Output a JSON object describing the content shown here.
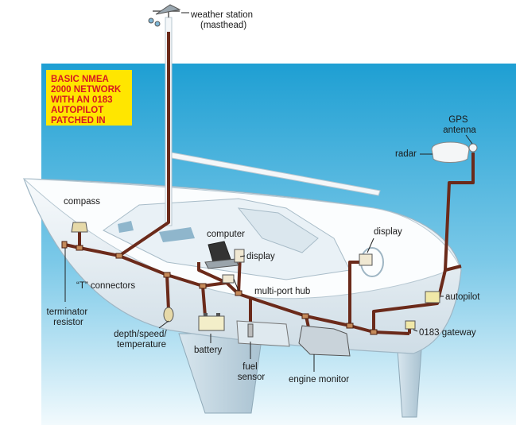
{
  "title": {
    "lines": [
      "BASIC NMEA",
      "2000 NETWORK",
      "WITH AN 0183",
      "AUTOPILOT",
      "PATCHED IN"
    ]
  },
  "labels": {
    "weather_station": [
      "weather station",
      "(masthead)"
    ],
    "gps_antenna": [
      "GPS",
      "antenna"
    ],
    "radar": "radar",
    "compass": "compass",
    "computer": "computer",
    "display_computer": "display",
    "display_helm": "display",
    "t_connectors": "“T” connectors",
    "multi_port_hub": "multi-port hub",
    "autopilot": "autopilot",
    "terminator": [
      "terminator",
      "resistor"
    ],
    "depth": [
      "depth/speed/",
      "temperature"
    ],
    "battery": "battery",
    "fuel_sensor": [
      "fuel",
      "sensor"
    ],
    "engine_monitor": "engine monitor",
    "gateway": "0183 gateway"
  },
  "colors": {
    "water": "#2fa8d6",
    "water_light": "#e6f4fb",
    "hull": "#eef3f6",
    "cable": "#6b2a1a",
    "title_bg": "#ffe600",
    "title_text": "#d71920"
  }
}
